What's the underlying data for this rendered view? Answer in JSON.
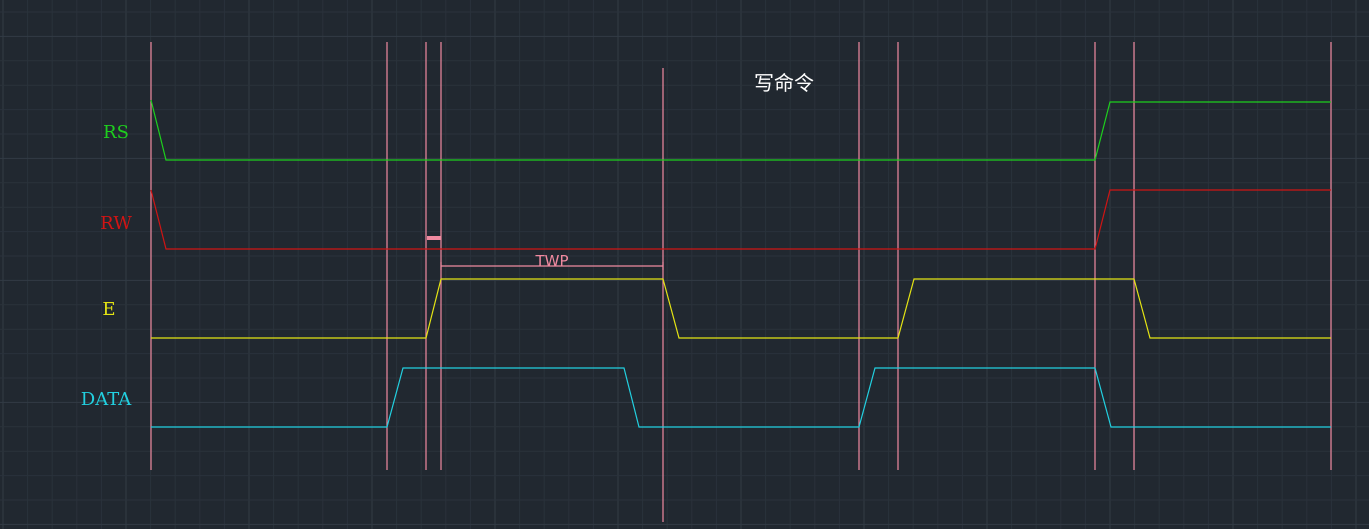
{
  "title": "写命令",
  "colors": {
    "background": "#212830",
    "grid_minor": "#2a323b",
    "grid_major": "#323b45",
    "marker": "#f08aa0",
    "title": "#ffffff"
  },
  "signals": [
    {
      "id": "rs",
      "label": "RS",
      "color": "#1ecf1e"
    },
    {
      "id": "rw",
      "label": "RW",
      "color": "#d01414"
    },
    {
      "id": "e",
      "label": "E",
      "color": "#e4e414"
    },
    {
      "id": "data",
      "label": "DATA",
      "color": "#22d0e0"
    }
  ],
  "annotations": {
    "twp_label": "TWP"
  }
}
